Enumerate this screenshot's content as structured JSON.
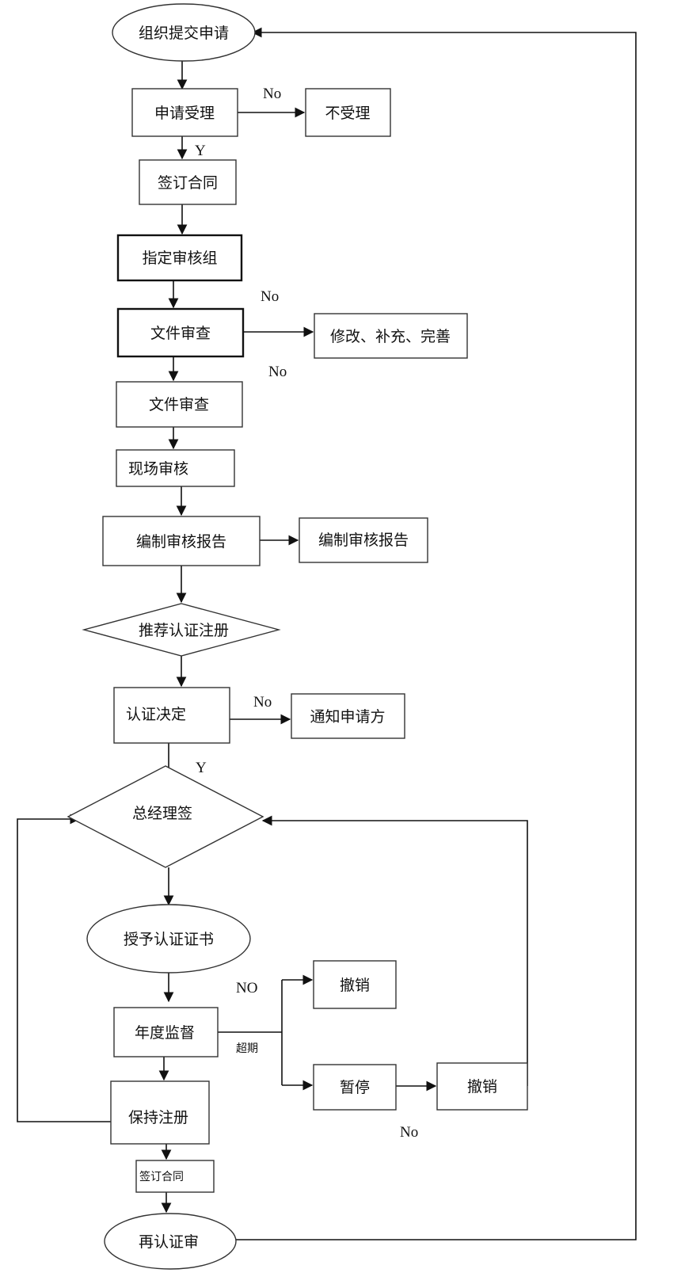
{
  "nodes": {
    "start": "组织提交申请",
    "accept": "申请受理",
    "reject": "不受理",
    "contract": "签订合同",
    "assign_team": "指定审核组",
    "doc_review_1": "文件审查",
    "revise": "修改、补充、完善",
    "doc_review_2": "文件审查",
    "onsite_audit": "现场审核",
    "write_report": "编制审核报告",
    "write_report_2": "编制审核报告",
    "recommend": "推荐认证注册",
    "decision": "认证决定",
    "notify": "通知申请方",
    "gm_sign": "总经理签",
    "grant": "授予认证证书",
    "annual_supervision": "年度监督",
    "revoke_1": "撤销",
    "suspend": "暂停",
    "revoke_2": "撤销",
    "keep_registration": "保持注册",
    "contract_2": "签订合同",
    "recertify": "再认证审"
  },
  "edge_labels": {
    "accept_no": "No",
    "accept_yes": "Y",
    "review_no": "No",
    "review_no_2": "No",
    "decision_no": "No",
    "decision_yes": "Y",
    "supervision_no": "NO",
    "overdue": "超期",
    "suspend_no": "No"
  }
}
